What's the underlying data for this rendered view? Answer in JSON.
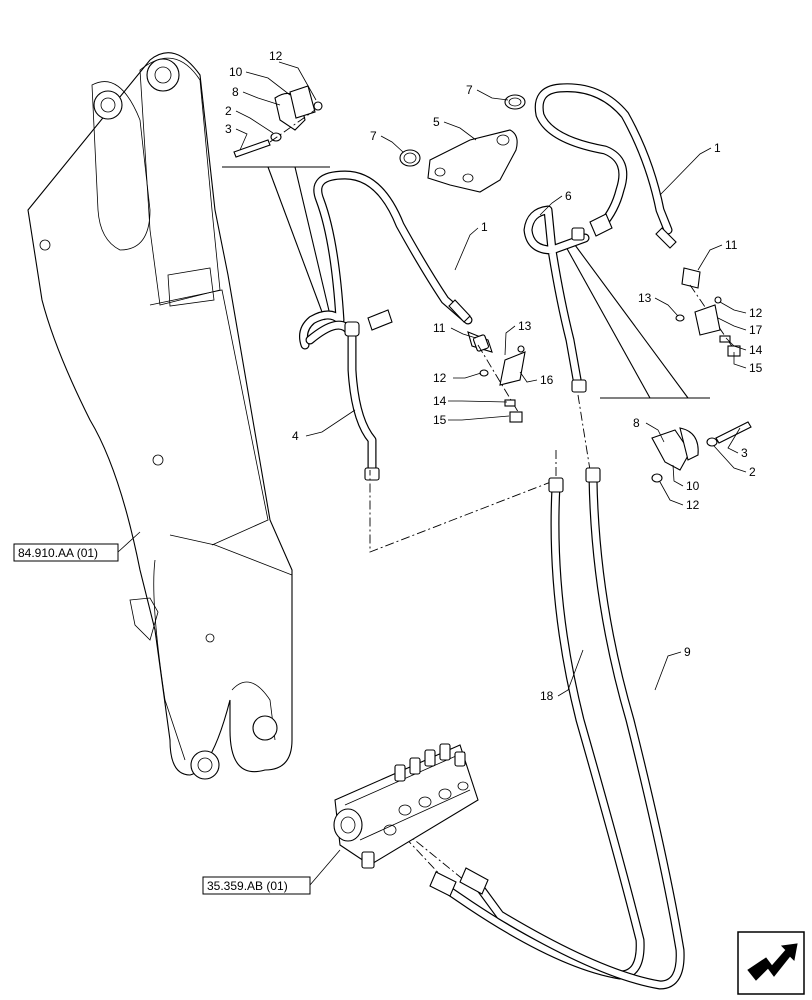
{
  "callouts": {
    "c1a": "1",
    "c1b": "1",
    "c2a": "2",
    "c2b": "2",
    "c3a": "3",
    "c3b": "3",
    "c4": "4",
    "c5": "5",
    "c6": "6",
    "c7a": "7",
    "c7b": "7",
    "c8a": "8",
    "c8b": "8",
    "c9": "9",
    "c10a": "10",
    "c10b": "10",
    "c11a": "11",
    "c11b": "11",
    "c12a": "12",
    "c12b": "12",
    "c12c": "12",
    "c12d": "12",
    "c13a": "13",
    "c13b": "13",
    "c14a": "14",
    "c14b": "14",
    "c15a": "15",
    "c15b": "15",
    "c16": "16",
    "c17": "17",
    "c18": "18"
  },
  "references": {
    "boom": "84.910.AA (01)",
    "valve": "35.359.AB (01)"
  },
  "icons": {
    "nav": "next-page-arrow-icon"
  }
}
